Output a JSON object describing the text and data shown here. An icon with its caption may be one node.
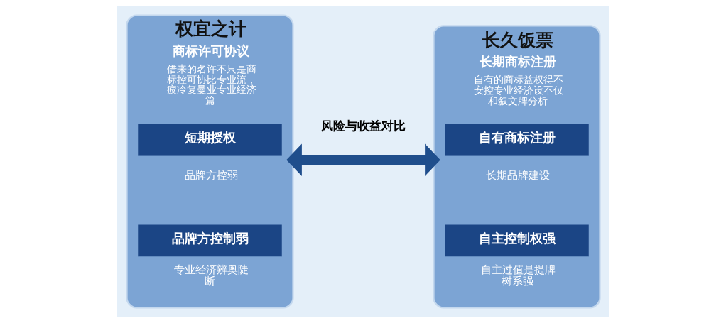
{
  "diagram": {
    "nodes": [
      {
        "text": [
          "权宜之计",
          "商标许可协议",
          "借来的名许不只是商标控可协比专业流，疲冷复曼业专业经济篇"
        ]
      },
      {
        "text": [
          "短期授权",
          "品牌方控弱"
        ],
        "in": 0
      },
      {
        "text": [
          "品牌方控制弱",
          "专业经济辨奥陡断"
        ],
        "in": 0
      },
      {
        "text": [
          "长久饭票",
          "长期商标注册",
          "自有的商标益权得不安控专业经济设不仅和叙文牌分析"
        ]
      },
      {
        "text": [
          "自有商标注册",
          "长期品牌建设"
        ],
        "in": 3
      },
      {
        "text": [
          "自主控制权强",
          "自主过值是提牌树系强"
        ],
        "in": 3
      }
    ],
    "edges": [
      {
        "from": 0,
        "to": 3,
        "arrow": "both",
        "label": "风险与收益对比"
      }
    ]
  }
}
